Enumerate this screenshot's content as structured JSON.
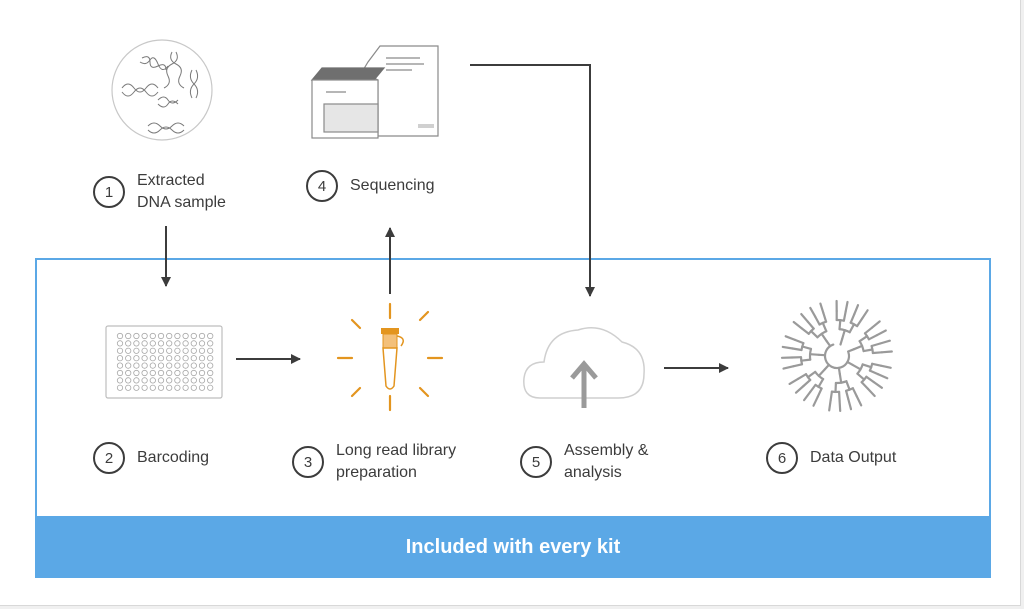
{
  "banner": "Included with every kit",
  "steps": [
    {
      "num": "1",
      "line1": "Extracted",
      "line2": "DNA sample"
    },
    {
      "num": "2",
      "line1": "Barcoding",
      "line2": ""
    },
    {
      "num": "3",
      "line1": "Long read library",
      "line2": "preparation"
    },
    {
      "num": "4",
      "line1": "Sequencing",
      "line2": ""
    },
    {
      "num": "5",
      "line1": "Assembly &",
      "line2": "analysis"
    },
    {
      "num": "6",
      "line1": "Data Output",
      "line2": ""
    }
  ],
  "colors": {
    "accent_blue": "#5ba8e6",
    "dark": "#3c3c3c",
    "tube_orange": "#e3951f",
    "icon_grey": "#b4b4b4"
  },
  "icons": [
    "dna-dish-icon",
    "sequencer-icon",
    "plate-icon",
    "tube-icon",
    "cloud-upload-icon",
    "phylo-tree-icon"
  ]
}
